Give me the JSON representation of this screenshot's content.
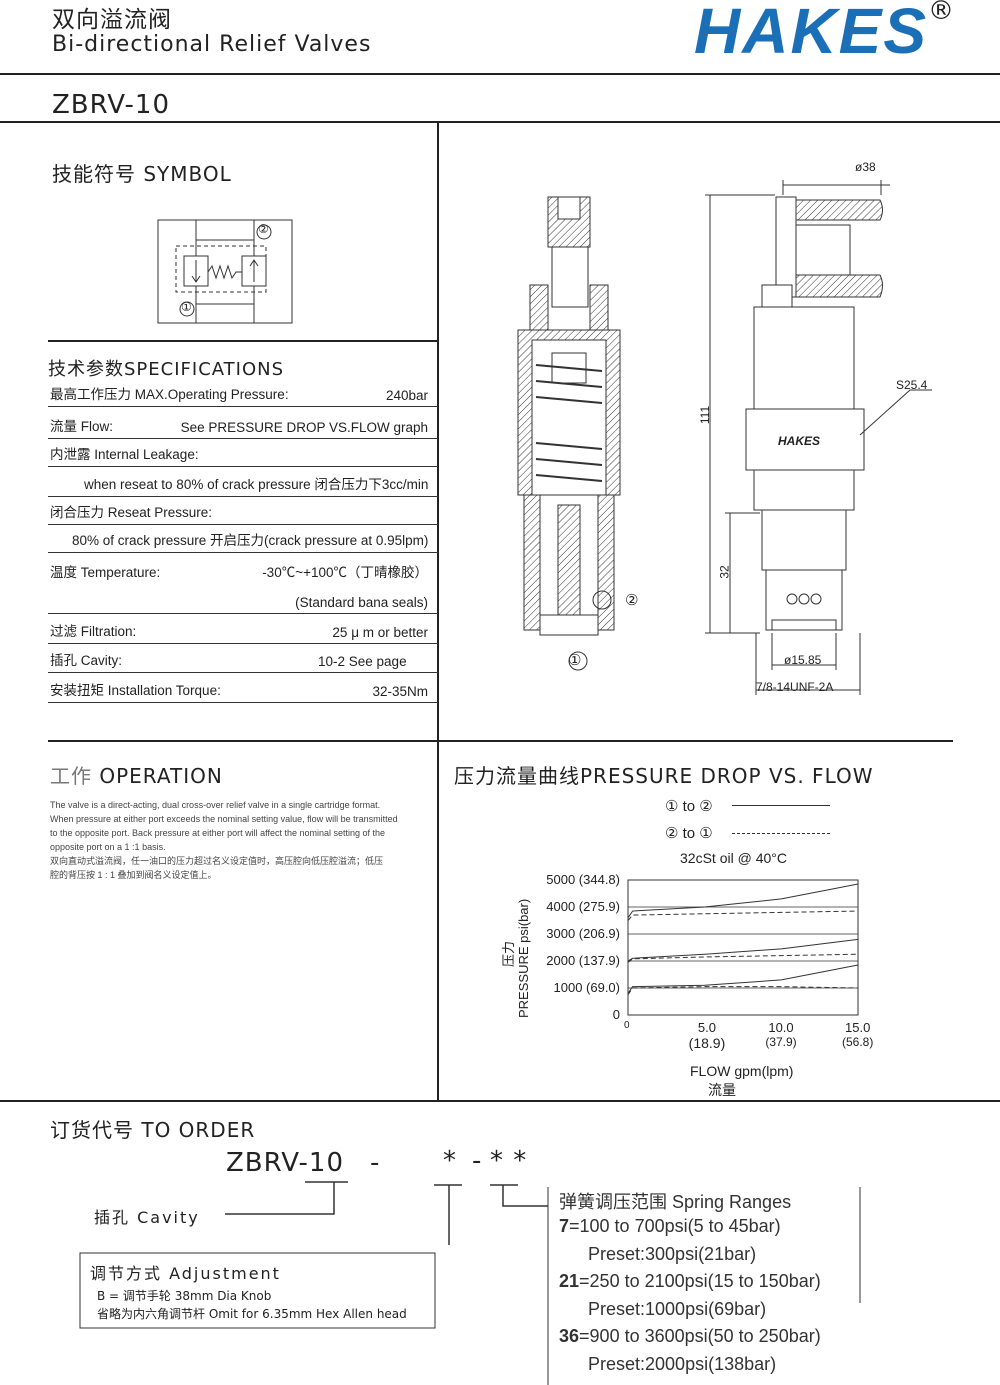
{
  "header": {
    "title_cn": "双向溢流阀",
    "title_en": "Bi-directional  Relief Valves",
    "logo": "HAKES",
    "logo_mark": "®",
    "model": "ZBRV-10"
  },
  "symbol": {
    "title": "技能符号 SYMBOL",
    "port1": "①",
    "port2": "②"
  },
  "specs": {
    "title": "技术参数SPECIFICATIONS",
    "rows": [
      {
        "label": "最高工作压力 MAX.Operating  Pressure:",
        "value": "240bar"
      },
      {
        "label": "流量 Flow:",
        "value": "See PRESSURE DROP VS.FLOW graph"
      },
      {
        "label": "内泄露 Internal Leakage:",
        "value": ""
      },
      {
        "label": "",
        "value": "when reseat to 80% of crack pressure 闭合压力下3cc/min"
      },
      {
        "label": "闭合压力 Reseat Pressure:",
        "value": ""
      },
      {
        "label": "",
        "value": "80% of crack pressure 开启压力(crack pressure at 0.95lpm)"
      },
      {
        "label": "温度 Temperature:",
        "value": "-30℃~+100℃（丁晴橡胶）"
      },
      {
        "label": "",
        "value": "(Standard bana seals)"
      },
      {
        "label": "过滤 Filtration:",
        "value": "25 μ m  or  better"
      },
      {
        "label": "插孔 Cavity:",
        "value": "10-2 See page"
      },
      {
        "label": "安装扭矩 Installation Torque:",
        "value": "32-35Nm"
      }
    ]
  },
  "drawing": {
    "dia38": "ø38",
    "s254": "S25.4",
    "h111": "111",
    "h32": "32",
    "dia1585": "ø15.85",
    "thread": "7/8-14UNF-2A",
    "brand": "HAKES",
    "port1": "①",
    "port2": "②"
  },
  "operation": {
    "title_cn": "工作",
    "title_en": "OPERATION",
    "lines": [
      "The valve is a direct-acting, dual cross-over relief valve in a single cartridge format.",
      "When pressure at either port exceeds the nominal setting value, flow will be transmitted",
      "to the opposite port. Back pressure at either port will affect the nominal setting of the",
      "opposite port on a 1 :1 basis.",
      "双向直动式溢流阀，任一油口的压力超过名义设定值时，高压腔向低压腔溢流；低压",
      "腔的背压按 1 : 1 叠加到阀名义设定值上。"
    ]
  },
  "chart_data": {
    "type": "line",
    "title": "压力流量曲线PRESSURE  DROP  VS. FLOW",
    "legend": [
      {
        "name": "① to ②",
        "style": "solid"
      },
      {
        "name": "② to ①",
        "style": "dashed"
      }
    ],
    "subtitle": "32cSt oil @ 40°C",
    "ylabel": "PRESSURE psi(bar)",
    "ylabel_cn": "压力",
    "xlabel": "FLOW gpm(lpm)",
    "xlabel_cn": "流量",
    "y_ticks": [
      "5000 (344.8)",
      "4000 (275.9)",
      "3000 (206.9)",
      "2000 (137.9)",
      "1000 (69.0)",
      "0"
    ],
    "x_ticks": [
      {
        "top": "0",
        "bottom": ""
      },
      {
        "top": "5.0",
        "bottom": "(18.9)"
      },
      {
        "top": "10.0",
        "bottom": "(37.9)"
      },
      {
        "top": "15.0",
        "bottom": "(56.8)"
      }
    ],
    "xlim": [
      0,
      15
    ],
    "ylim": [
      0,
      5000
    ],
    "grid": true,
    "series": [
      {
        "name": "① to ②",
        "setting": "high",
        "style": "solid",
        "x": [
          0,
          0.3,
          5,
          10,
          15
        ],
        "y": [
          3600,
          3850,
          4000,
          4300,
          4850
        ]
      },
      {
        "name": "② to ①",
        "setting": "high",
        "style": "dashed",
        "x": [
          0,
          0.3,
          5,
          10,
          15
        ],
        "y": [
          3500,
          3700,
          3750,
          3800,
          3850
        ]
      },
      {
        "name": "① to ②",
        "setting": "mid",
        "style": "solid",
        "x": [
          0,
          0.3,
          5,
          10,
          15
        ],
        "y": [
          2000,
          2100,
          2250,
          2450,
          2800
        ]
      },
      {
        "name": "② to ①",
        "setting": "mid",
        "style": "dashed",
        "x": [
          0,
          0.3,
          5,
          10,
          15
        ],
        "y": [
          1950,
          2080,
          2150,
          2200,
          2250
        ]
      },
      {
        "name": "① to ②",
        "setting": "low",
        "style": "solid",
        "x": [
          0,
          0.3,
          5,
          10,
          15
        ],
        "y": [
          800,
          1050,
          1100,
          1300,
          1850
        ]
      },
      {
        "name": "② to ①",
        "setting": "low",
        "style": "dashed",
        "x": [
          0,
          0.3,
          5,
          10,
          15
        ],
        "y": [
          750,
          1000,
          1050,
          1050,
          1000
        ]
      }
    ]
  },
  "order": {
    "title": "订货代号 TO ORDER",
    "code": "ZBRV-10",
    "dash1": "-",
    "star1": "*",
    "dash2": "-",
    "star2": "* *",
    "cavity": "插孔 Cavity",
    "adjust_title": "调节方式 Adjustment",
    "adjust_b": "B = 调节手轮    38mm Dia Knob",
    "adjust_omit": "省略为内六角调节杆  Omit for 6.35mm Hex Allen head",
    "spring_title": "弹簧调压范围 Spring Ranges",
    "springs": [
      {
        "code": "7",
        "range": "=100 to 700psi(5 to 45bar)",
        "preset": "Preset:300psi(21bar)"
      },
      {
        "code": "21",
        "range": "=250 to 2100psi(15 to 150bar)",
        "preset": "Preset:1000psi(69bar)"
      },
      {
        "code": "36",
        "range": "=900 to 3600psi(50 to 250bar)",
        "preset": "Preset:2000psi(138bar)"
      }
    ]
  }
}
